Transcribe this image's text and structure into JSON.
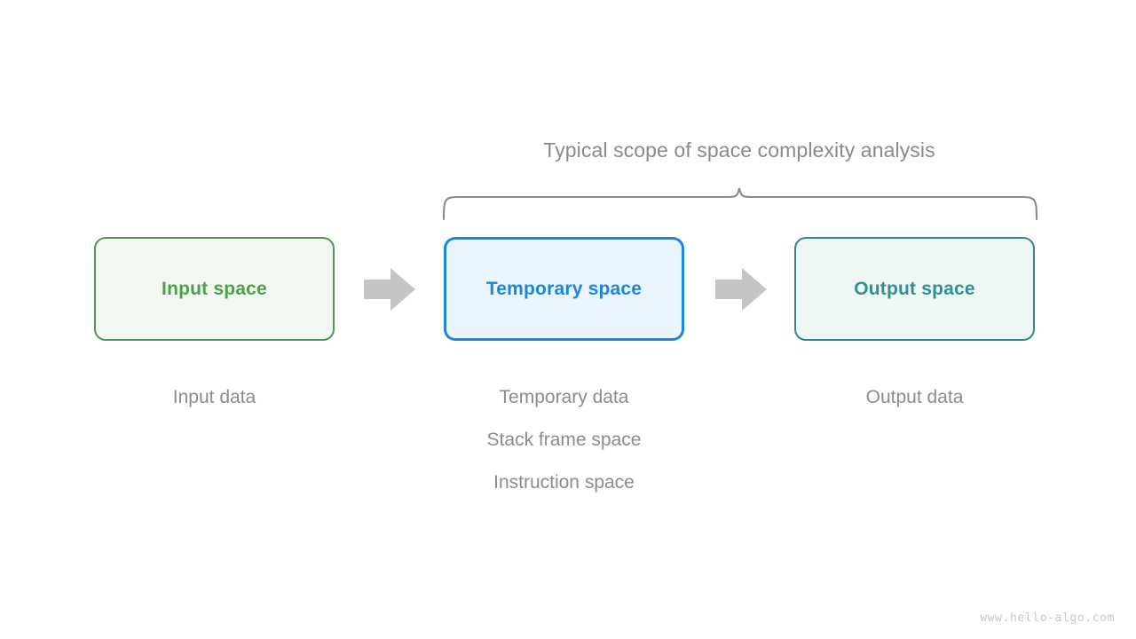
{
  "diagram": {
    "title": "Typical scope of space complexity analysis",
    "watermark": "www.hello-algo.com",
    "colors": {
      "input": "#4ca04c",
      "temporary": "#1a87d8",
      "output": "#339090",
      "arrow": "#c4c4c4",
      "caption": "#8c8c8c",
      "brace": "#8a8a8a"
    },
    "boxes": [
      {
        "label": "Input space",
        "captions": [
          "Input data"
        ]
      },
      {
        "label": "Temporary space",
        "captions": [
          "Temporary data",
          "Stack frame space",
          "Instruction space"
        ]
      },
      {
        "label": "Output space",
        "captions": [
          "Output data"
        ]
      }
    ],
    "arrows": [
      {
        "name": "arrow-input-to-temporary"
      },
      {
        "name": "arrow-temporary-to-output"
      }
    ]
  }
}
